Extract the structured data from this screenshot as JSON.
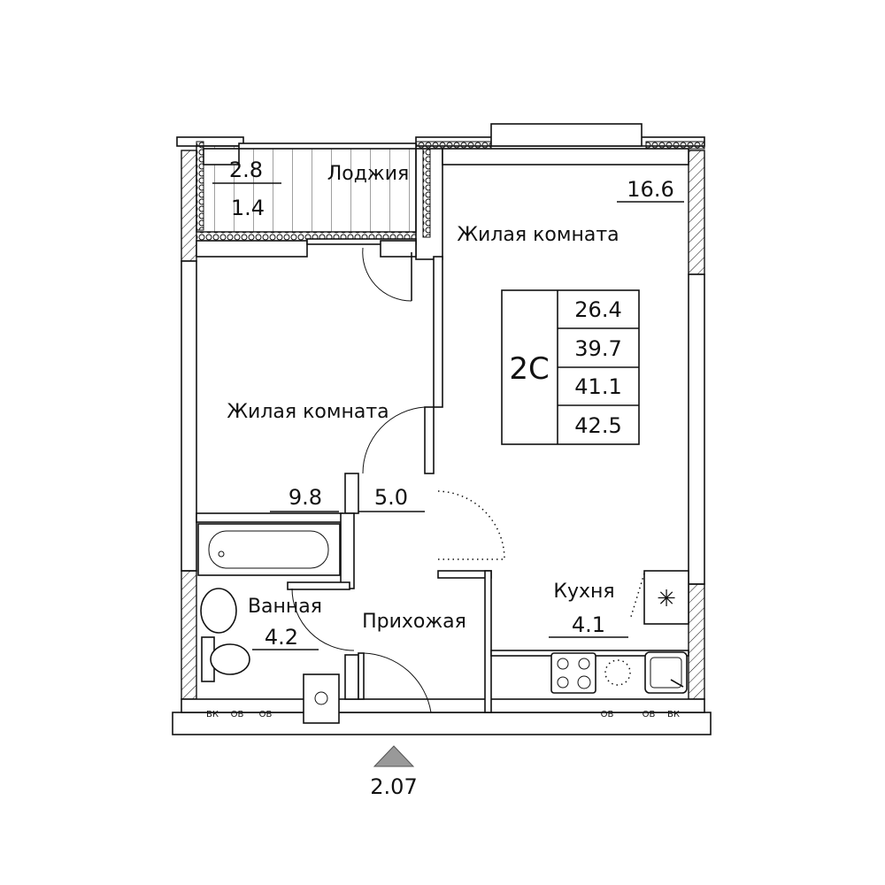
{
  "plan": {
    "type_code": "2С",
    "areas_summary": [
      "26.4",
      "39.7",
      "41.1",
      "42.5"
    ],
    "rooms": {
      "loggia": {
        "label": "Лоджия",
        "area_full": "2.8",
        "area_reduced": "1.4"
      },
      "living_room_large": {
        "label": "Жилая комната",
        "area": "16.6"
      },
      "living_room_small": {
        "label": "Жилая комната",
        "area": "9.8"
      },
      "hallway": {
        "label": "Прихожая",
        "area": "5.0"
      },
      "bathroom": {
        "label": "Ванная",
        "area": "4.2"
      },
      "kitchen": {
        "label": "Кухня",
        "area": "4.1"
      }
    },
    "risers": {
      "water": "ВК",
      "vent": "ОВ"
    },
    "entrance_mark": "2.07"
  }
}
